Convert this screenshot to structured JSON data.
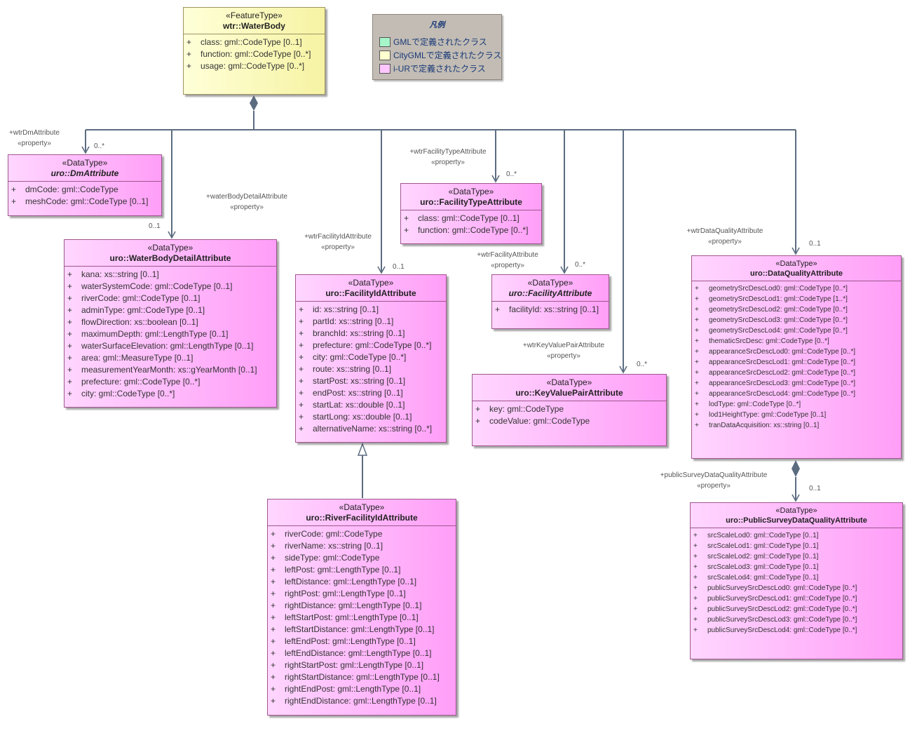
{
  "legend": {
    "title": "凡例",
    "items": [
      {
        "label": "GMLで定義されたクラス",
        "color": "#a6f5c9"
      },
      {
        "label": "CityGMLで定義されたクラス",
        "color": "#ffffd0"
      },
      {
        "label": "i-URで定義されたクラス",
        "color": "#ffc6ff"
      }
    ]
  },
  "classes": [
    {
      "id": "waterbody",
      "stereotype": "«FeatureType»",
      "name": "wtr::WaterBody",
      "italic": false,
      "attributes": [
        {
          "vis": "+",
          "text": "class: gml::CodeType [0..1]"
        },
        {
          "vis": "+",
          "text": "function: gml::CodeType [0..*]"
        },
        {
          "vis": "+",
          "text": "usage: gml::CodeType [0..*]"
        }
      ]
    },
    {
      "id": "dm",
      "stereotype": "«DataType»",
      "name": "uro::DmAttribute",
      "italic": true,
      "attributes": [
        {
          "vis": "+",
          "text": "dmCode: gml::CodeType"
        },
        {
          "vis": "+",
          "text": "meshCode: gml::CodeType [0..1]"
        }
      ]
    },
    {
      "id": "wbdetail",
      "stereotype": "«DataType»",
      "name": "uro::WaterBodyDetailAttribute",
      "italic": false,
      "attributes": [
        {
          "vis": "+",
          "text": "kana: xs::string [0..1]"
        },
        {
          "vis": "+",
          "text": "waterSystemCode: gml::CodeType [0..1]"
        },
        {
          "vis": "+",
          "text": "riverCode: gml::CodeType [0..1]"
        },
        {
          "vis": "+",
          "text": "adminType: gml::CodeType [0..1]"
        },
        {
          "vis": "+",
          "text": "flowDirection: xs::boolean [0..1]"
        },
        {
          "vis": "+",
          "text": "maximumDepth: gml::LengthType [0..1]"
        },
        {
          "vis": "+",
          "text": "waterSurfaceElevation: gml::LengthType [0..1]"
        },
        {
          "vis": "+",
          "text": "area: gml::MeasureType [0..1]"
        },
        {
          "vis": "+",
          "text": "measurementYearMonth: xs::gYearMonth [0..1]"
        },
        {
          "vis": "+",
          "text": "prefecture: gml::CodeType [0..*]"
        },
        {
          "vis": "+",
          "text": "city: gml::CodeType [0..*]"
        }
      ]
    },
    {
      "id": "facid",
      "stereotype": "«DataType»",
      "name": "uro::FacilityIdAttribute",
      "italic": false,
      "attributes": [
        {
          "vis": "+",
          "text": "id: xs::string [0..1]"
        },
        {
          "vis": "+",
          "text": "partId: xs::string [0..1]"
        },
        {
          "vis": "+",
          "text": "branchId: xs::string [0..1]"
        },
        {
          "vis": "+",
          "text": "prefecture: gml::CodeType [0..*]"
        },
        {
          "vis": "+",
          "text": "city: gml::CodeType [0..*]"
        },
        {
          "vis": "+",
          "text": "route: xs::string [0..1]"
        },
        {
          "vis": "+",
          "text": "startPost: xs::string [0..1]"
        },
        {
          "vis": "+",
          "text": "endPost: xs::string [0..1]"
        },
        {
          "vis": "+",
          "text": "startLat: xs::double [0..1]"
        },
        {
          "vis": "+",
          "text": "startLong: xs::double [0..1]"
        },
        {
          "vis": "+",
          "text": "alternativeName: xs::string [0..*]"
        }
      ]
    },
    {
      "id": "factype",
      "stereotype": "«DataType»",
      "name": "uro::FacilityTypeAttribute",
      "italic": false,
      "attributes": [
        {
          "vis": "+",
          "text": "class: gml::CodeType [0..1]"
        },
        {
          "vis": "+",
          "text": "function: gml::CodeType [0..*]"
        }
      ]
    },
    {
      "id": "facattr",
      "stereotype": "«DataType»",
      "name": "uro::FacilityAttribute",
      "italic": true,
      "attributes": [
        {
          "vis": "+",
          "text": "facilityId: xs::string [0..1]"
        }
      ]
    },
    {
      "id": "kvp",
      "stereotype": "«DataType»",
      "name": "uro::KeyValuePairAttribute",
      "italic": false,
      "attributes": [
        {
          "vis": "+",
          "text": "key: gml::CodeType"
        },
        {
          "vis": "+",
          "text": "codeValue: gml::CodeType"
        }
      ]
    },
    {
      "id": "dq",
      "stereotype": "«DataType»",
      "name": "uro::DataQualityAttribute",
      "italic": false,
      "attributes": [
        {
          "vis": "+",
          "text": "geometrySrcDescLod0: gml::CodeType [0..*]"
        },
        {
          "vis": "+",
          "text": "geometrySrcDescLod1: gml::CodeType [1..*]"
        },
        {
          "vis": "+",
          "text": "geometrySrcDescLod2: gml::CodeType [0..*]"
        },
        {
          "vis": "+",
          "text": "geometrySrcDescLod3: gml::CodeType [0..*]"
        },
        {
          "vis": "+",
          "text": "geometrySrcDescLod4: gml::CodeType [0..*]"
        },
        {
          "vis": "+",
          "text": "thematicSrcDesc: gml::CodeType [0..*]"
        },
        {
          "vis": "+",
          "text": "appearanceSrcDescLod0: gml::CodeType [0..*]"
        },
        {
          "vis": "+",
          "text": "appearanceSrcDescLod1: gml::CodeType [0..*]"
        },
        {
          "vis": "+",
          "text": "appearanceSrcDescLod2: gml::CodeType [0..*]"
        },
        {
          "vis": "+",
          "text": "appearanceSrcDescLod3: gml::CodeType [0..*]"
        },
        {
          "vis": "+",
          "text": "appearanceSrcDescLod4: gml::CodeType [0..*]"
        },
        {
          "vis": "+",
          "text": "lodType: gml::CodeType [0..*]"
        },
        {
          "vis": "+",
          "text": "lod1HeightType: gml::CodeType [0..1]"
        },
        {
          "vis": "+",
          "text": "tranDataAcquisition: xs::string [0..1]"
        }
      ]
    },
    {
      "id": "rfid",
      "stereotype": "«DataType»",
      "name": "uro::RiverFacilityIdAttribute",
      "italic": false,
      "attributes": [
        {
          "vis": "+",
          "text": "riverCode: gml::CodeType"
        },
        {
          "vis": "+",
          "text": "riverName: xs::string [0..1]"
        },
        {
          "vis": "+",
          "text": "sideType: gml::CodeType"
        },
        {
          "vis": "+",
          "text": "leftPost: gml::LengthType [0..1]"
        },
        {
          "vis": "+",
          "text": "leftDistance: gml::LengthType [0..1]"
        },
        {
          "vis": "+",
          "text": "rightPost: gml::LengthType [0..1]"
        },
        {
          "vis": "+",
          "text": "rightDistance: gml::LengthType [0..1]"
        },
        {
          "vis": "+",
          "text": "leftStartPost: gml::LengthType [0..1]"
        },
        {
          "vis": "+",
          "text": "leftStartDistance: gml::LengthType [0..1]"
        },
        {
          "vis": "+",
          "text": "leftEndPost: gml::LengthType [0..1]"
        },
        {
          "vis": "+",
          "text": "leftEndDistance: gml::LengthType [0..1]"
        },
        {
          "vis": "+",
          "text": "rightStartPost: gml::LengthType [0..1]"
        },
        {
          "vis": "+",
          "text": "rightStartDistance: gml::LengthType [0..1]"
        },
        {
          "vis": "+",
          "text": "rightEndPost: gml::LengthType [0..1]"
        },
        {
          "vis": "+",
          "text": "rightEndDistance: gml::LengthType [0..1]"
        }
      ]
    },
    {
      "id": "psdq",
      "stereotype": "«DataType»",
      "name": "uro::PublicSurveyDataQualityAttribute",
      "italic": false,
      "attributes": [
        {
          "vis": "+",
          "text": "srcScaleLod0: gml::CodeType [0..1]"
        },
        {
          "vis": "+",
          "text": "srcScaleLod1: gml::CodeType [0..1]"
        },
        {
          "vis": "+",
          "text": "srcScaleLod2: gml::CodeType [0..1]"
        },
        {
          "vis": "+",
          "text": "srcScaleLod3: gml::CodeType [0..1]"
        },
        {
          "vis": "+",
          "text": "srcScaleLod4: gml::CodeType [0..1]"
        },
        {
          "vis": "+",
          "text": "publicSurveySrcDescLod0: gml::CodeType [0..*]"
        },
        {
          "vis": "+",
          "text": "publicSurveySrcDescLod1: gml::CodeType [0..*]"
        },
        {
          "vis": "+",
          "text": "publicSurveySrcDescLod2: gml::CodeType [0..*]"
        },
        {
          "vis": "+",
          "text": "publicSurveySrcDescLod3: gml::CodeType [0..*]"
        },
        {
          "vis": "+",
          "text": "publicSurveySrcDescLod4: gml::CodeType [0..*]"
        }
      ]
    }
  ],
  "associations": [
    {
      "role": "+wtrDmAttribute",
      "stereotype": "«property»",
      "multiplicity": "0..*"
    },
    {
      "role": "+waterBodyDetailAttribute",
      "stereotype": "«property»",
      "multiplicity": "0..1"
    },
    {
      "role": "+wtrFacilityIdAttribute",
      "stereotype": "«property»",
      "multiplicity": "0..1"
    },
    {
      "role": "+wtrFacilityTypeAttribute",
      "stereotype": "«property»",
      "multiplicity": "0..*"
    },
    {
      "role": "+wtrFacilityAttribute",
      "stereotype": "«property»",
      "multiplicity": "0..*"
    },
    {
      "role": "+wtrKeyValuePairAttribute",
      "stereotype": "«property»",
      "multiplicity": "0..*"
    },
    {
      "role": "+wtrDataQualityAttribute",
      "stereotype": "«property»",
      "multiplicity": "0..1"
    },
    {
      "role": "+publicSurveyDataQualityAttribute",
      "stereotype": "«property»",
      "multiplicity": "0..1"
    }
  ]
}
